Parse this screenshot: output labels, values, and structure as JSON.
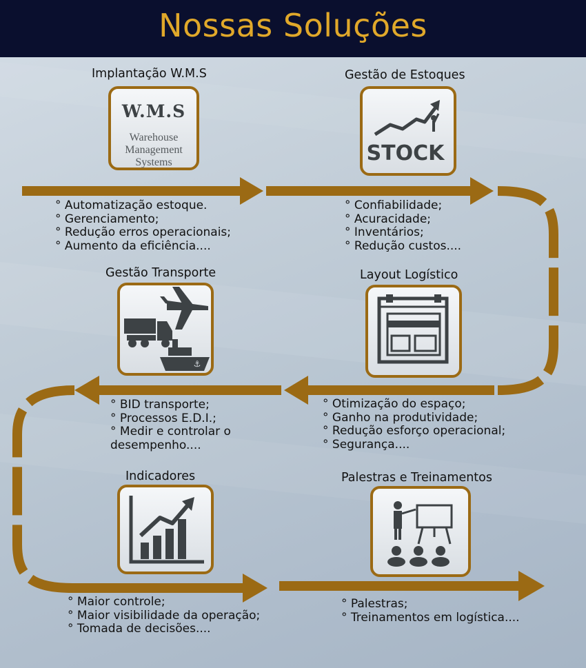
{
  "header": {
    "title": "Nossas Soluções"
  },
  "colors": {
    "arrow": "#9b6a14",
    "header_bg": "#0a0f2e",
    "title_gold": "#e0a82a"
  },
  "sections": [
    {
      "title": "Implantação W.M.S",
      "icon": "wms-icon",
      "icon_text": {
        "main": "W.M.S",
        "line1": "Warehouse",
        "line2": "Management",
        "line3": "Systems"
      },
      "bullets": [
        "Automatização estoque.",
        "Gerenciamento;",
        "Redução erros operacionais;",
        "Aumento da eficiência...."
      ]
    },
    {
      "title": "Gestão de Estoques",
      "icon": "stock-icon",
      "icon_text": {
        "main": "STOCK"
      },
      "bullets": [
        "Confiabilidade;",
        "Acuracidade;",
        "Inventários;",
        "Redução custos...."
      ]
    },
    {
      "title": "Gestão Transporte",
      "icon": "transport-icon",
      "bullets": [
        "BID transporte;",
        "Processos E.D.I.;",
        "Medir e controlar o",
        "desempenho...."
      ]
    },
    {
      "title": "Layout Logístico",
      "icon": "layout-icon",
      "bullets": [
        "Otimização do espaço;",
        "Ganho na produtividade;",
        "Redução esforço operacional;",
        "Segurança...."
      ]
    },
    {
      "title": "Indicadores",
      "icon": "chart-growth-icon",
      "bullets": [
        "Maior controle;",
        "Maior visibilidade da operação;",
        "Tomada de decisões...."
      ]
    },
    {
      "title": "Palestras e Treinamentos",
      "icon": "presentation-icon",
      "bullets": [
        "Palestras;",
        "Treinamentos em logística...."
      ]
    }
  ]
}
